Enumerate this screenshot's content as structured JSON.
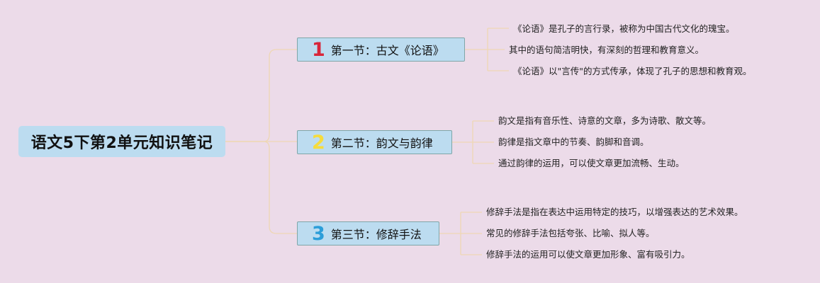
{
  "root": {
    "title": "语文5下第2单元知识笔记"
  },
  "sections": [
    {
      "number": "1",
      "title": "第一节：古文《论语》",
      "color": "#d8263a",
      "points": [
        "《论语》是孔子的言行录，被称为中国古代文化的瑰宝。",
        "其中的语句简洁明快，有深刻的哲理和教育意义。",
        "《论语》以\"言传\"的方式传承，体现了孔子的思想和教育观。"
      ]
    },
    {
      "number": "2",
      "title": "第二节：韵文与韵律",
      "color": "#f6dc3c",
      "points": [
        "韵文是指有音乐性、诗意的文章，多为诗歌、散文等。",
        "韵律是指文章中的节奏、韵脚和音调。",
        "通过韵律的运用，可以使文章更加流畅、生动。"
      ]
    },
    {
      "number": "3",
      "title": "第三节：修辞手法",
      "color": "#2c9ed9",
      "points": [
        "修辞手法是指在表达中运用特定的技巧，以增强表达的艺术效果。",
        "常见的修辞手法包括夸张、比喻、拟人等。",
        "修辞手法的运用可以使文章更加形象、富有吸引力。"
      ]
    }
  ]
}
